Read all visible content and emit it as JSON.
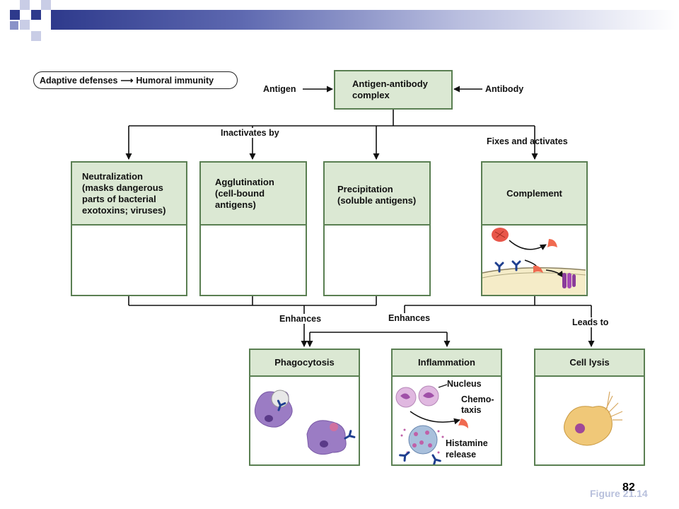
{
  "breadcrumb": {
    "left": "Adaptive defenses",
    "right": "Humoral immunity"
  },
  "top": {
    "antigen": "Antigen",
    "complex": "Antigen-antibody complex",
    "antibody": "Antibody"
  },
  "edges": {
    "inactivates": "Inactivates by",
    "fixes": "Fixes and activates",
    "enhances1": "Enhances",
    "enhances2": "Enhances",
    "leads": "Leads to"
  },
  "mechanisms": [
    {
      "title": "Neutralization",
      "desc": "(masks dangerous parts of bacterial exotoxins; viruses)"
    },
    {
      "title": "Agglutination",
      "desc": "(cell-bound antigens)"
    },
    {
      "title": "Precipitation",
      "desc": "(soluble antigens)"
    },
    {
      "title": "Complement",
      "desc": ""
    }
  ],
  "outcomes": [
    {
      "title": "Phagocytosis"
    },
    {
      "title": "Inflammation"
    },
    {
      "title": "Cell lysis"
    }
  ],
  "inflammation_labels": {
    "nucleus": "Nucleus",
    "chemo1": "Chemo-",
    "chemo2": "taxis",
    "hist1": "Histamine",
    "hist2": "release"
  },
  "page_number": "82",
  "figure_label": "Figure 21.14",
  "colors": {
    "box_border": "#5a7f52",
    "box_header": "#dbe8d3",
    "header_bar": "#2e3a8c",
    "antibody": "#1f3f8f"
  }
}
